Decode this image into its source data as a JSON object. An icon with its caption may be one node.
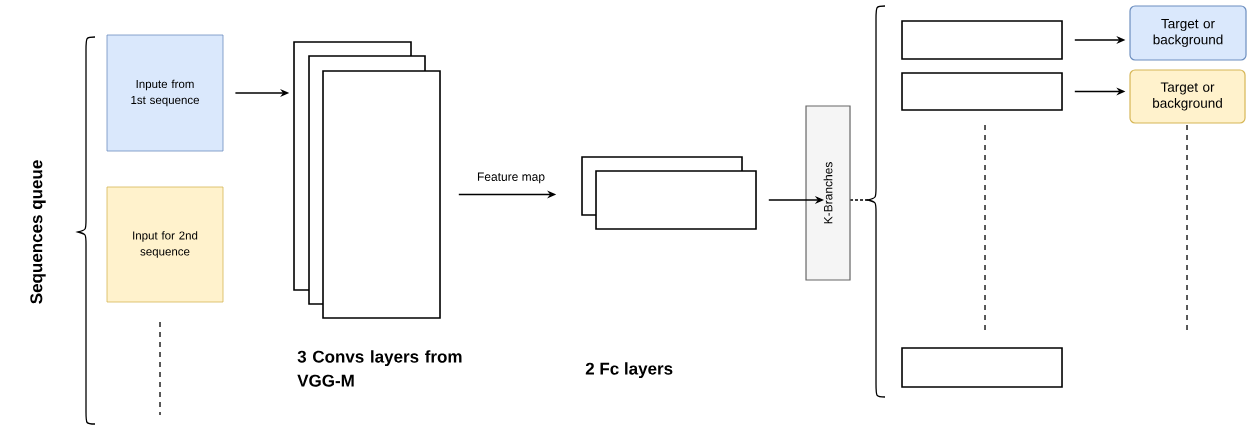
{
  "diagram": {
    "nodes": [
      {
        "text": [
          "Inpute from 1st sequence"
        ]
      },
      {
        "text": [
          "Input for 2nd sequence"
        ]
      },
      {
        "text": [],
        "shape": "box"
      },
      {
        "text": [],
        "shape": "box"
      },
      {
        "text": [],
        "shape": "box"
      },
      {
        "text": [],
        "shape": "box"
      },
      {
        "text": [],
        "shape": "box"
      },
      {
        "text": [
          "K-Branches"
        ]
      },
      {
        "text": [],
        "shape": "box"
      },
      {
        "text": [],
        "shape": "box"
      },
      {
        "text": [],
        "shape": "box"
      },
      {
        "text": [
          "Target or background"
        ]
      },
      {
        "text": [
          "Target or background"
        ]
      }
    ],
    "edges": [
      {
        "from": 0,
        "to": 2,
        "arrow": "to"
      },
      {
        "from": 4,
        "to": 5,
        "arrow": "to",
        "label": "Feature map"
      },
      {
        "from": 6,
        "to": 7,
        "arrow": "to"
      },
      {
        "from": 8,
        "to": 11,
        "arrow": "to"
      },
      {
        "from": 9,
        "to": 12,
        "arrow": "to"
      }
    ],
    "labels": [
      "Sequences queue",
      "3 Convs layers from VGG-M",
      "2 Fc layers"
    ]
  }
}
